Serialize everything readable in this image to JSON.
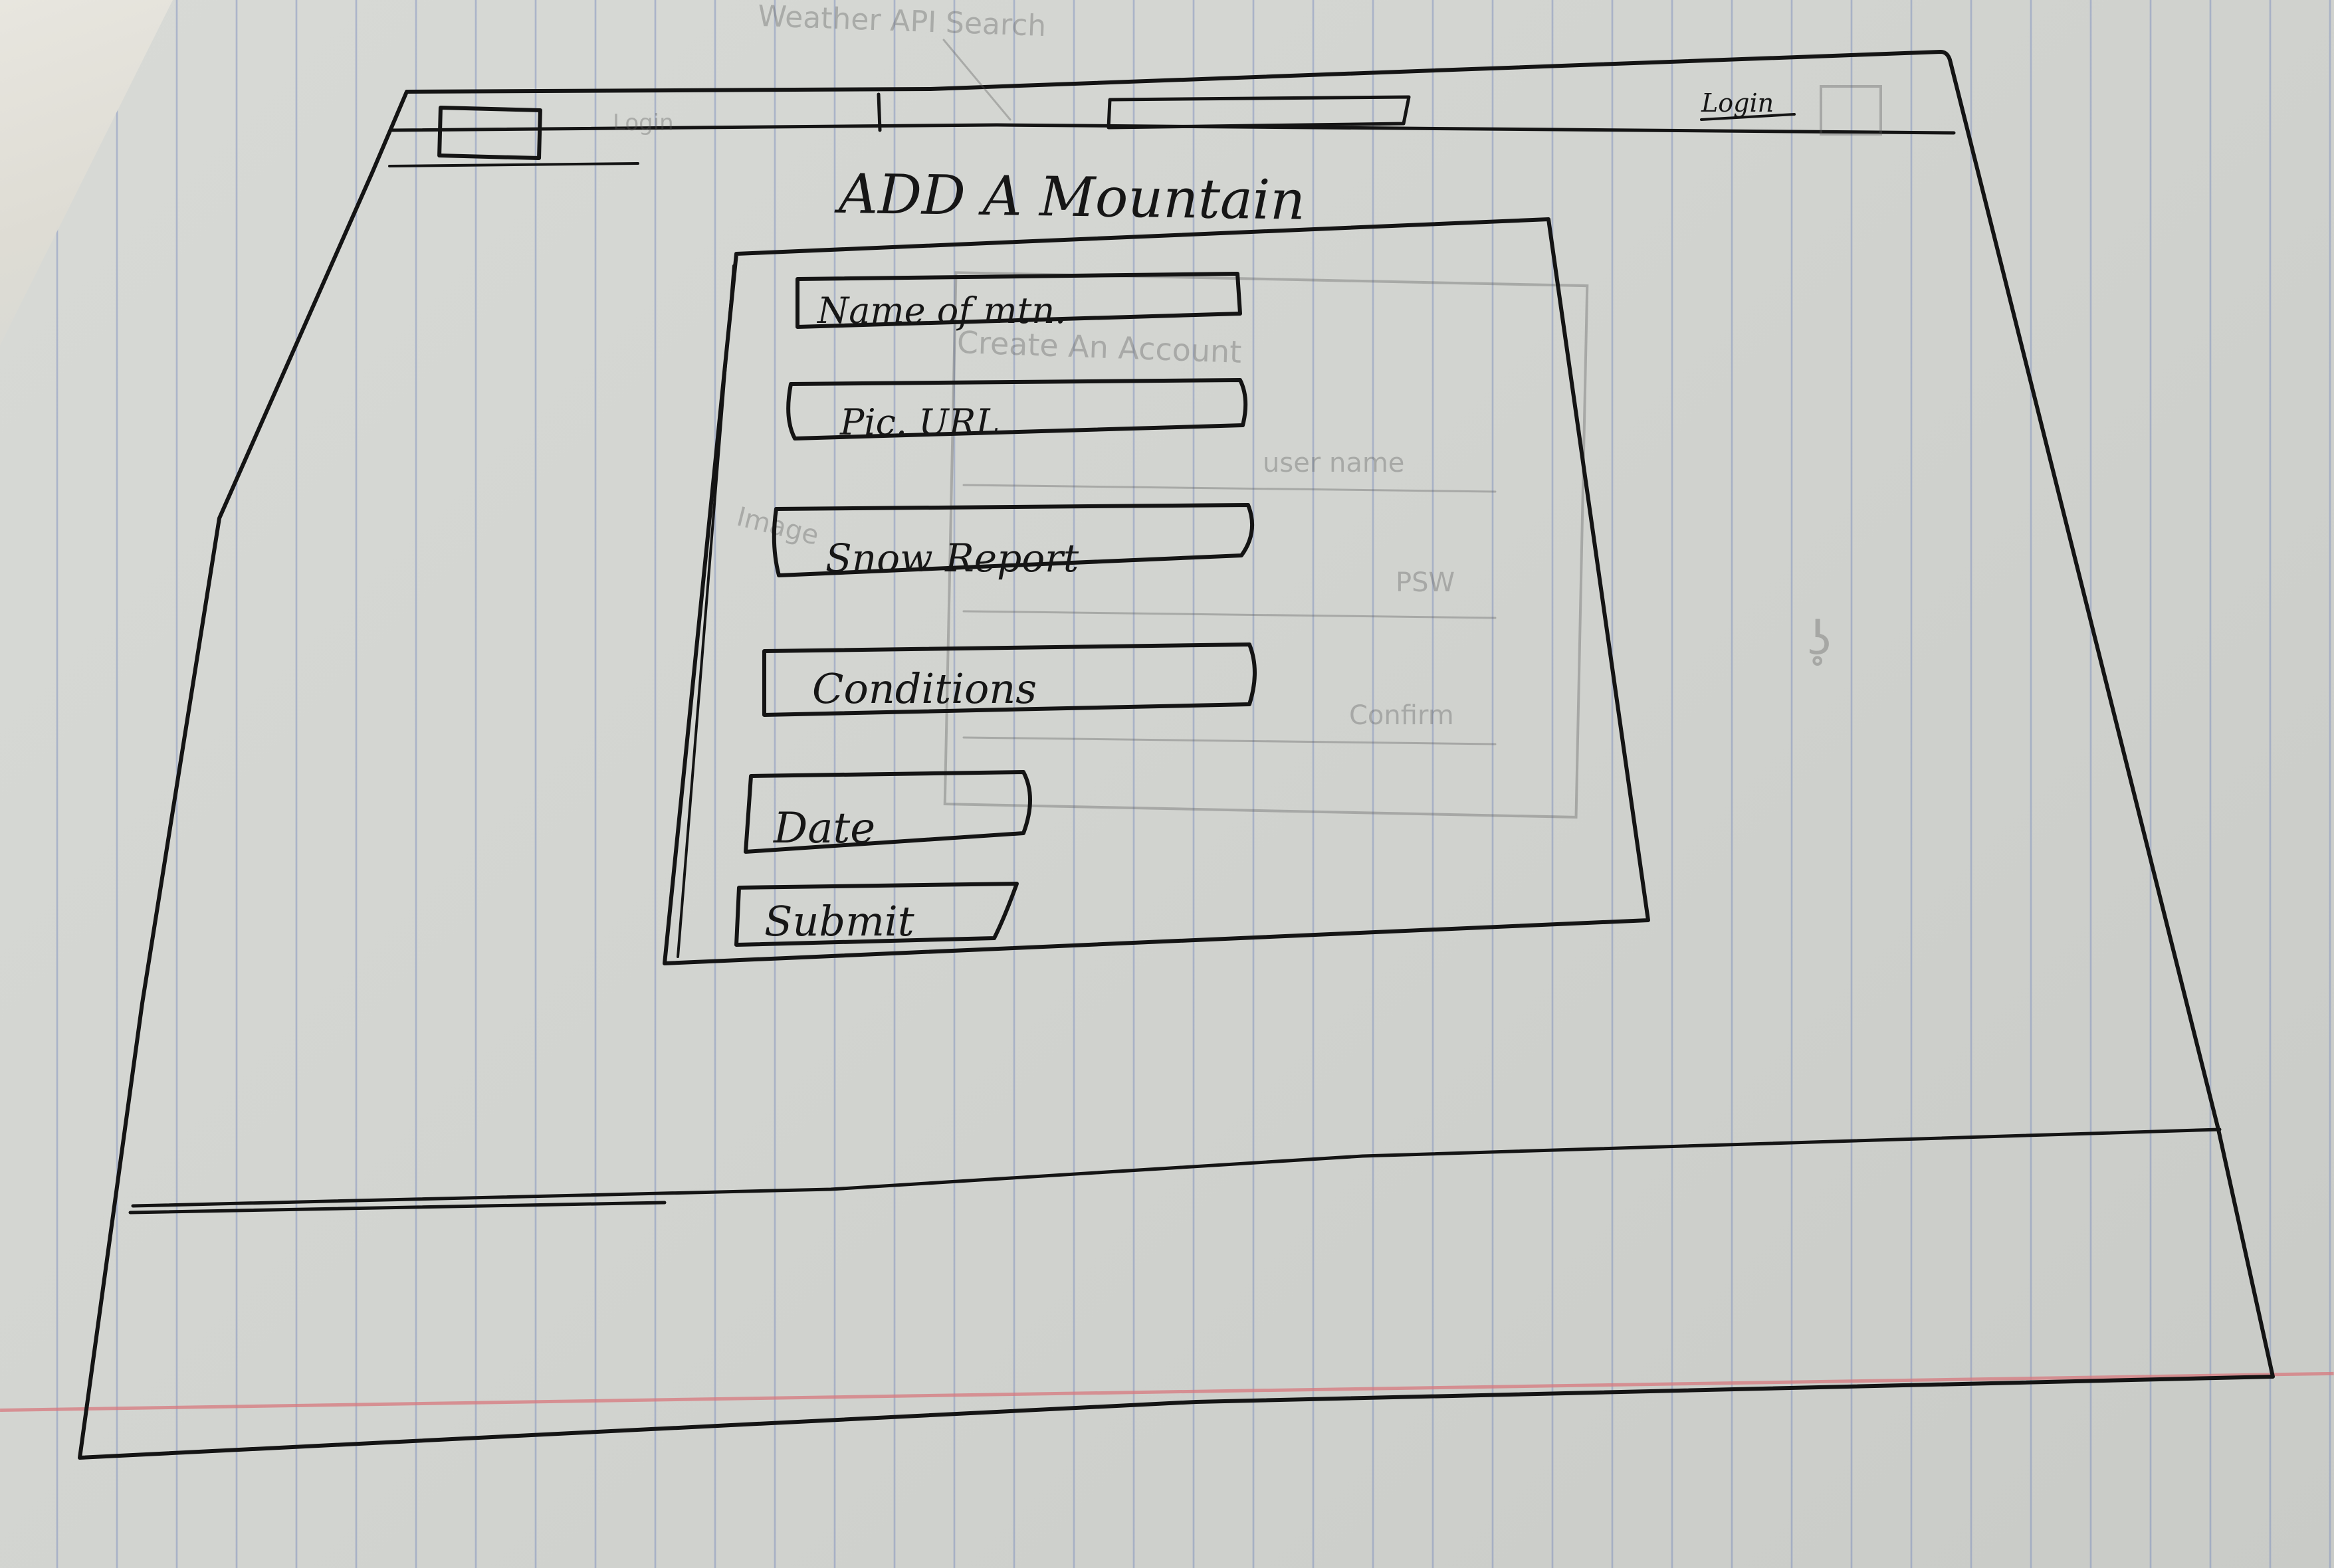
{
  "header": {
    "login_label": "Login",
    "faint_nav_label": "Login",
    "faint_weather_note": "Weather API Search"
  },
  "page": {
    "title": "ADD A Mountain"
  },
  "form": {
    "fields": [
      {
        "name": "name-field",
        "label": "Name of mtn."
      },
      {
        "name": "pic-url-field",
        "label": "Pic. URL"
      },
      {
        "name": "snow-report-field",
        "label": "Snow Report"
      },
      {
        "name": "conditions-field",
        "label": "Conditions"
      },
      {
        "name": "date-field",
        "label": "Date"
      }
    ],
    "submit_label": "Submit"
  },
  "faint_underlay": {
    "title": "Create An Account",
    "user_name": "user name",
    "psw": "PSW",
    "confirm": "Confirm",
    "image_note": "Image"
  },
  "colors": {
    "ink": "#141414",
    "paper": "#d6d8d4",
    "paper_line": "#6e82b9",
    "margin_line": "#d7787d"
  }
}
